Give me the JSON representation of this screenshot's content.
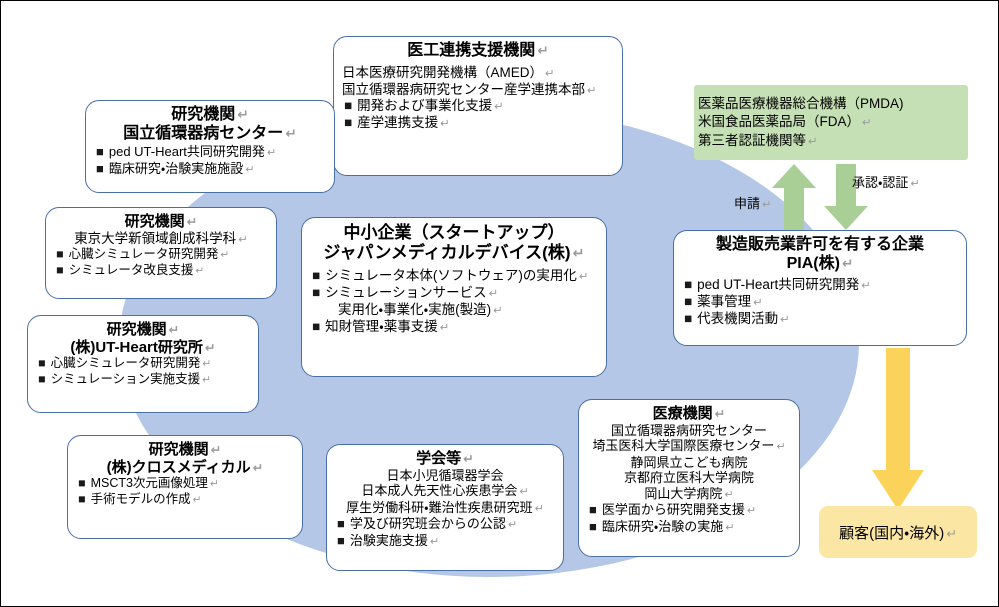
{
  "diagram": {
    "title_visible": false,
    "colors": {
      "background_blob": "#b4c7e7",
      "regulator_box": "#c5e0b4",
      "customer_box": "#fce6a4",
      "customer_arrow": "#fcd35a",
      "regulator_arrow": "#a9cf96",
      "card_border": "#4a6fa5"
    }
  },
  "boxes": {
    "iko": {
      "title": "医工連携支援機関",
      "lines": [
        "日本医療研究開発機構（AMED）",
        "国立循環器病研究センター産学連携本部"
      ],
      "bullets": [
        "開発および事業化支援",
        "産学連携支援"
      ]
    },
    "ncvc": {
      "title_line1": "研究機関",
      "title_line2": "国立循環器病センター",
      "bullets": [
        "ped UT-Heart共同研究開発",
        "臨床研究・治験実施施設"
      ]
    },
    "utokyo": {
      "title_line1": "研究機関",
      "subtitle": "東京大学新領域創成科学科",
      "bullets": [
        "心臓シミュレータ研究開発",
        "シミュレータ改良支援"
      ]
    },
    "utheart": {
      "title_line1": "研究機関",
      "title_line2": "(株)UT-Heart研究所",
      "bullets": [
        "心臓シミュレータ研究開発",
        "シミュレーション実施支援"
      ]
    },
    "cross": {
      "title_line1": "研究機関",
      "title_line2": "(株)クロスメディカル",
      "bullets": [
        "MSCT3次元画像処理",
        "手術モデルの作成"
      ]
    },
    "sme": {
      "title_line1": "中小企業（スタートアップ）",
      "title_line2": "ジャパンメディカルデバイス(株)",
      "bullets": [
        "シミュレータ本体(ソフトウェア)の実用化",
        "シミュレーションサービス"
      ],
      "sub_line": "実用化・事業化・実施(製造)",
      "bullet_last": "知財管理・薬事支援"
    },
    "gakkai": {
      "title": "学会等",
      "lines": [
        "日本小児循環器学会",
        "日本成人先天性心疾患学会",
        "厚生労働科研・難治性疾患研究班"
      ],
      "bullets": [
        "学及び研究班会からの公認",
        "治験実施支援"
      ]
    },
    "hospital": {
      "title": "医療機関",
      "lines": [
        "国立循環器病研究センター",
        "埼玉医科大学国際医療センター",
        "静岡県立こども病院",
        "京都府立医科大学病院",
        "岡山大学病院"
      ],
      "bullets": [
        "医学面から研究開発支援",
        "臨床研究・治験の実施"
      ]
    },
    "pia": {
      "title_line1": "製造販売業許可を有する企業",
      "title_line2": "PIA(株)",
      "bullets": [
        "ped UT-Heart共同研究開発",
        "薬事管理",
        "代表機関活動"
      ]
    },
    "pmda": {
      "lines": [
        "医薬品医療機器総合機構（PMDA)",
        "米国食品医薬品局（FDA）",
        "第三者認証機関等"
      ]
    },
    "customer": {
      "label": "顧客(国内・海外)"
    }
  },
  "arrows": {
    "application_label": "申請",
    "approval_label": "承認・認証"
  }
}
